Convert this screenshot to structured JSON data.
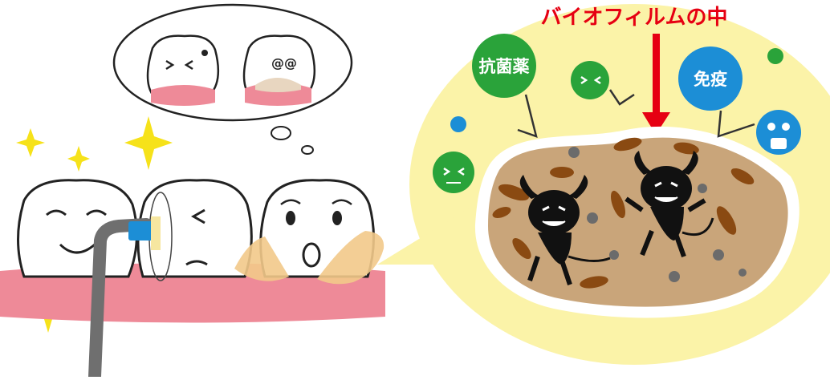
{
  "title": "バイオフィルムの中",
  "badges": {
    "antibacterial": "抗菌薬",
    "immunity": "免疫"
  },
  "colors": {
    "title_red": "#e60012",
    "arrow_red": "#e60012",
    "gum_pink": "#ee8a98",
    "bubble_yellow": "#fbf3a8",
    "biofilm_tan": "#c9a57a",
    "green_badge": "#2aa33a",
    "blue_badge": "#1c8ed6",
    "plaque_orange": "#f2c98a",
    "sparkle_yellow": "#f6e21a"
  }
}
